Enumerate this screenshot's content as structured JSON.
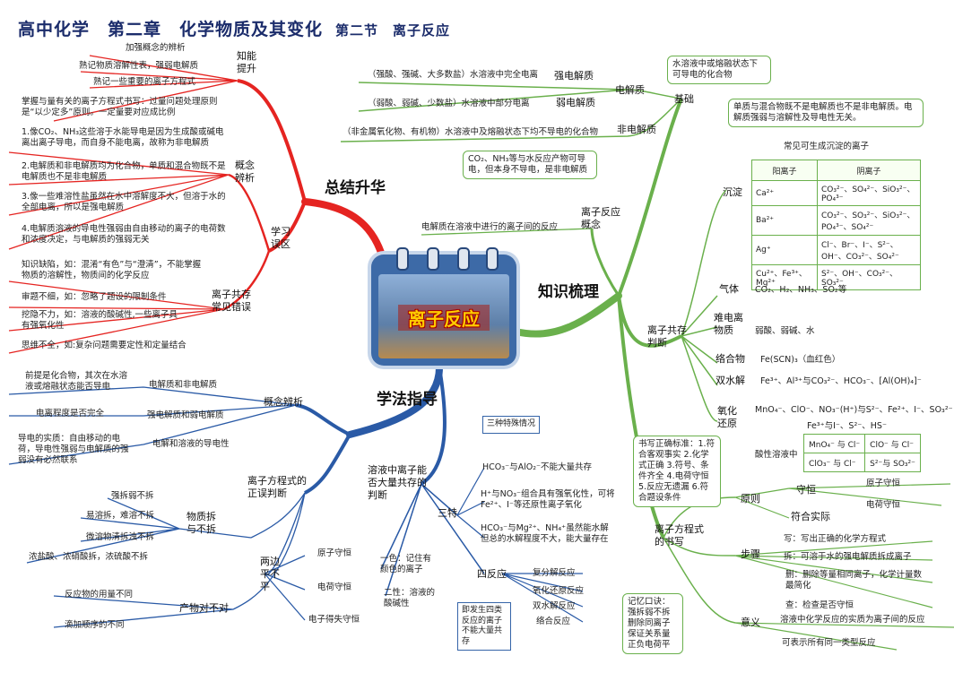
{
  "title": {
    "main": "高中化学　第二章　化学物质及其变化",
    "sub": "第二节　离子反应"
  },
  "center": {
    "label": "离子反应"
  },
  "branches": {
    "zjsh": "总结升华",
    "zssl": "知识梳理",
    "xfzd": "学法指导"
  },
  "red": {
    "nltg": "知能提升",
    "nltg_items": [
      "加强概念的辨析",
      "熟记物质溶解性表，强弱电解质",
      "熟记一些重要的离子方程式",
      "掌握与量有关的离子方程式书写：过量问题处理原则是“以少定多”原则。一定量要对应成比例"
    ],
    "xxwq": "学习误区",
    "gnbx": "概念辨析",
    "gnbx_items": [
      "1.像CO₂、NH₃这些溶于水能导电是因为生成酸或碱电离出离子导电，而自身不能电离，故称为非电解质",
      "2.电解质和非电解质均为化合物，单质和混合物既不是电解质也不是非电解质",
      "3.像一些难溶性盐虽然在水中溶解度不大，但溶于水的全部电离，所以是强电解质",
      "4.电解质溶液的导电性强弱由自由移动的离子的电荷数和浓度决定，与电解质的强弱无关"
    ],
    "lzgc": "离子共存常见错误",
    "lzgc_items": [
      "知识缺陷，如：混淆“有色”与“澄清”，不能掌握物质的溶解性，物质间的化学反应",
      "审题不细，如：忽略了题设的限制条件",
      "挖隐不力，如：溶液的酸碱性,一些离子具有强氧化性",
      "思维不全，如:复杂问题需要定性和定量结合"
    ]
  },
  "green": {
    "jc": "基础",
    "dj": "电解质",
    "qdj": "强电解质",
    "qdj_desc": "（强酸、强碱、大多数盐）水溶液中完全电离",
    "rdj": "弱电解质",
    "rdj_desc": "（弱酸、弱碱、少数盐）水溶液中部分电离",
    "fdj": "非电解质",
    "fdj_desc": "（非金属氧化物、有机物）水溶液中及熔融状态下均不导电的化合物",
    "note1": "水溶液中或熔融状态下可导电的化合物",
    "note2": "单质与混合物既不是电解质也不是非电解质。电解质强弱与溶解性及导电性无关。",
    "note3": "CO₂、NH₃等与水反应产物可导电，但本身不导电，是非电解质",
    "lzfygn": "离子反应概念",
    "lzfygn_desc": "电解质在溶液中进行的离子间的反应",
    "lzgcpd": "离子共存判断",
    "cd": "沉淀",
    "table_title": "常见可生成沉淀的离子",
    "table_head": [
      "阳离子",
      "阴离子"
    ],
    "table_rows": [
      [
        "Ca²⁺",
        "CO₃²⁻、SO₄²⁻、SiO₃²⁻、PO₄³⁻"
      ],
      [
        "Ba²⁺",
        "CO₃²⁻、SO₃²⁻、SiO₃²⁻、PO₄³⁻、SO₄²⁻"
      ],
      [
        "Ag⁺",
        "Cl⁻、Br⁻、I⁻、S²⁻、OH⁻、CO₃²⁻、SO₄²⁻"
      ],
      [
        "Cu²⁺、Fe³⁺、Mg²⁺",
        "S²⁻、OH⁻、CO₃²⁻、SO₃²⁻"
      ]
    ],
    "qt": "气体",
    "qt_desc": "CO₂、H₂、NH₃、SO₂等",
    "ndlwz": "难电离物质",
    "ndlwz_desc": "弱酸、弱碱、水",
    "hgw": "络合物",
    "hgw_desc": "Fe(SCN)₃（血红色）",
    "ssj": "双水解",
    "ssj_desc": "Fe³⁺、Al³⁺与CO₃²⁻、HCO₃⁻、[Al(OH)₄]⁻",
    "yhhy": "氧化还原",
    "yhhy_line1": "MnO₄⁻、ClO⁻、NO₃⁻(H⁺)与S²⁻、Fe²⁺、I⁻、SO₃²⁻",
    "yhhy_line2": "Fe³⁺与I⁻、S²⁻、HS⁻",
    "sxry": "酸性溶液中",
    "acid_rows": [
      [
        "MnO₄⁻ 与 Cl⁻",
        "ClO⁻ 与 Cl⁻"
      ],
      [
        "ClO₃⁻ 与 Cl⁻",
        "S²⁻与 SO₃²⁻"
      ]
    ],
    "standard_box": "书写正确标准：1.符合客观事实 2.化学式正确 3.符号、条件齐全 4.电荷守恒 5.反应无遗漏 6.符合题设条件",
    "lzfcs": "离子方程式的书写",
    "yz": "原则",
    "sh": "守恒",
    "yzsh": "原子守恒",
    "dhsh": "电荷守恒",
    "fhsj": "符合实际",
    "bz": "步骤",
    "bz_items": [
      "写：写出正确的化学方程式",
      "拆：可溶于水的强电解质拆成离子",
      "删：删除等量相同离子，化学计量数最简化",
      "查：检查是否守恒"
    ],
    "jykj": "记忆口诀：强拆弱不拆 删除同离子 保证关系量 正负电荷平",
    "yy": "意义",
    "yy_items": [
      "溶液中化学反应的实质为离子间的反应",
      "可表示所有同一类型反应"
    ]
  },
  "blue": {
    "gnbx": "概念辨析",
    "gnbx_items": [
      "电解质和非电解质",
      "强电解质和弱电解质",
      "电解和溶液的导电性"
    ],
    "gnbx_notes": [
      "前提是化合物，其次在水溶液或熔融状态能否导电",
      "电离程度是否完全",
      "导电的实质：自由移动的电荷，导电性强弱与电解质的强弱没有必然联系"
    ],
    "lzzw": "离子方程式的正误判断",
    "wzcf": "物质拆与不拆",
    "wzcf_items": [
      "强拆弱不拆",
      "易溶拆，难溶不拆",
      "微溶物清拆浊不拆",
      "浓盐酸、浓硝酸拆，浓硫酸不拆"
    ],
    "lbp": "两边平不平",
    "lbp_items": [
      "原子守恒",
      "电荷守恒",
      "电子得失守恒"
    ],
    "cwdbd": "产物对不对",
    "cwdbd_items": [
      "反应物的用量不同",
      "滴加顺序的不同"
    ],
    "rylz": "溶液中离子能否大量共存的判断",
    "yise": "一色：记住有颜色的离子",
    "erxing": "二性：溶液的酸碱性",
    "sante": "三特",
    "sante_box": "三种特殊情况",
    "sante_items": [
      "HCO₃⁻与AlO₂⁻不能大量共存",
      "H⁺与NO₃⁻组合具有强氧化性，可将Fe²⁺、I⁻等还原性离子氧化",
      "HCO₃⁻与Mg²⁺、NH₄⁺虽然能水解但总的水解程度不大，能大量存在"
    ],
    "sifanying": "四反应",
    "sifanying_items": [
      "复分解反应",
      "氧化还原反应",
      "双水解反应",
      "络合反应"
    ],
    "sifanying_note": "即发生四类反应的离子不能大量共存"
  },
  "colors": {
    "red": "#e52421",
    "green": "#6ab04c",
    "blue": "#2a5aa6"
  }
}
